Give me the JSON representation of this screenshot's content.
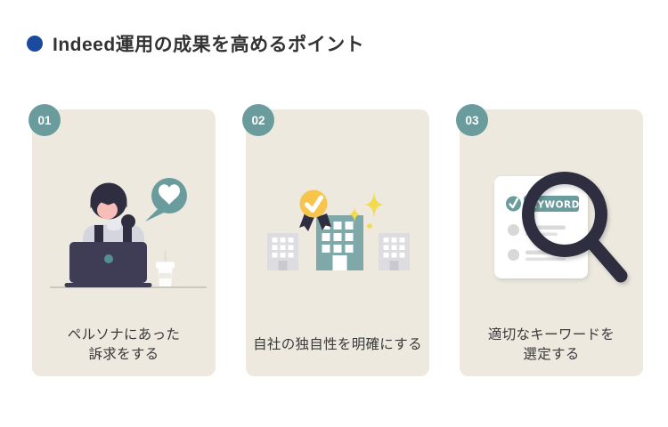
{
  "header": {
    "title": "Indeed運用の成果を高めるポイント"
  },
  "cards": [
    {
      "number": "01",
      "caption": "ペルソナにあった\n訴求をする",
      "illustration": "woman-at-laptop-with-heart-speech-bubble"
    },
    {
      "number": "02",
      "caption": "自社の独自性を明確にする",
      "illustration": "buildings-with-award-medal-and-sparkles"
    },
    {
      "number": "03",
      "caption": "適切なキーワードを\n選定する",
      "keyword_label": "KEYWORD",
      "illustration": "checklist-document-with-magnifying-glass"
    }
  ],
  "colors": {
    "page_bg": "#FFFFFF",
    "card_bg": "#EDE9DF",
    "accent_teal": "#6A9C9E",
    "building_teal": "#7FA9A9",
    "dark_navy": "#2F2E41",
    "laptop_navy": "#3F3D56",
    "title_bullet_blue": "#1A4A9D",
    "medal_gold": "#F7C54C",
    "sparkle_yellow": "#F2DC4E",
    "skin_pink": "#F9BDB8",
    "caption_text": "#3A3A3A"
  }
}
